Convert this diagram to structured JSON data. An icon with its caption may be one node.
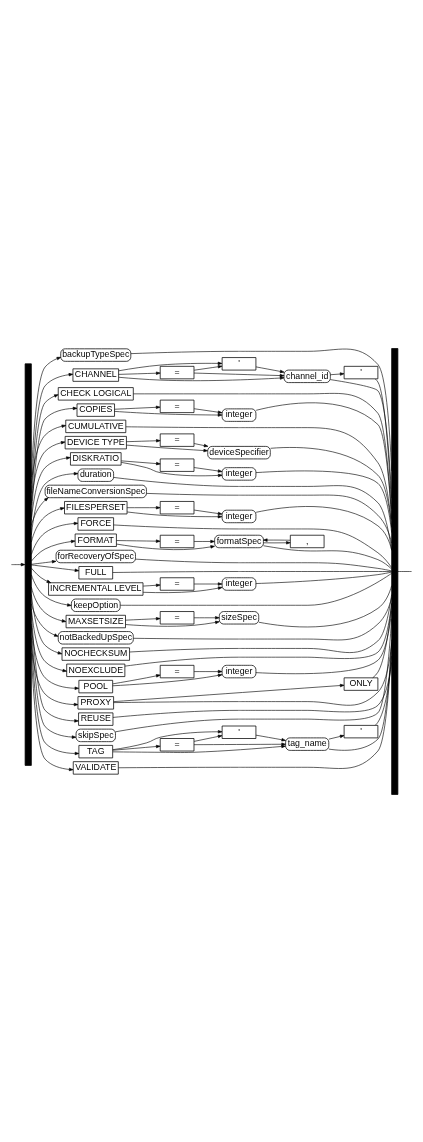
{
  "diagram": {
    "nodes": [
      {
        "text": [
          "backupTypeSpec"
        ]
      },
      {
        "text": [
          "CHANNEL"
        ]
      },
      {
        "text": [
          "="
        ]
      },
      {
        "text": [
          "'"
        ]
      },
      {
        "text": [
          "channel_id"
        ]
      },
      {
        "text": [
          "'"
        ]
      },
      {
        "text": [
          "CHECK LOGICAL"
        ]
      },
      {
        "text": [
          "COPIES"
        ]
      },
      {
        "text": [
          "="
        ]
      },
      {
        "text": [
          "integer"
        ]
      },
      {
        "text": [
          "CUMULATIVE"
        ]
      },
      {
        "text": [
          "DEVICE TYPE"
        ]
      },
      {
        "text": [
          "="
        ]
      },
      {
        "text": [
          "deviceSpecifier"
        ]
      },
      {
        "text": [
          "DISKRATIO"
        ]
      },
      {
        "text": [
          "="
        ]
      },
      {
        "text": [
          "integer"
        ]
      },
      {
        "text": [
          "duration"
        ]
      },
      {
        "text": [
          "fileNameConversionSpec"
        ]
      },
      {
        "text": [
          "FILESPERSET"
        ]
      },
      {
        "text": [
          "="
        ]
      },
      {
        "text": [
          "integer"
        ]
      },
      {
        "text": [
          "FORCE"
        ]
      },
      {
        "text": [
          "FORMAT"
        ]
      },
      {
        "text": [
          "="
        ]
      },
      {
        "text": [
          ","
        ]
      },
      {
        "text": [
          "formatSpec"
        ]
      },
      {
        "text": [
          "forRecoveryOfSpec"
        ]
      },
      {
        "text": [
          "FULL"
        ]
      },
      {
        "text": [
          "INCREMENTAL LEVEL"
        ]
      },
      {
        "text": [
          "="
        ]
      },
      {
        "text": [
          "integer"
        ]
      },
      {
        "text": [
          "keepOption"
        ]
      },
      {
        "text": [
          "MAXSETSIZE"
        ]
      },
      {
        "text": [
          "="
        ]
      },
      {
        "text": [
          "sizeSpec"
        ]
      },
      {
        "text": [
          "notBackedUpSpec"
        ]
      },
      {
        "text": [
          "NOCHECKSUM"
        ]
      },
      {
        "text": [
          "NOEXCLUDE"
        ]
      },
      {
        "text": [
          "POOL"
        ]
      },
      {
        "text": [
          "="
        ]
      },
      {
        "text": [
          "integer"
        ]
      },
      {
        "text": [
          "PROXY"
        ]
      },
      {
        "text": [
          "ONLY"
        ]
      },
      {
        "text": [
          "REUSE"
        ]
      },
      {
        "text": [
          "skipSpec"
        ]
      },
      {
        "text": [
          "TAG"
        ]
      },
      {
        "text": [
          "="
        ]
      },
      {
        "text": [
          "'"
        ]
      },
      {
        "text": [
          "tag_name"
        ]
      },
      {
        "text": [
          "'"
        ]
      },
      {
        "text": [
          "VALIDATE"
        ]
      },
      {
        "text": [],
        "shape": "bar"
      },
      {
        "text": [],
        "shape": "bar"
      }
    ],
    "edges": [
      {
        "from": null,
        "to": 52,
        "arrow": "to"
      },
      {
        "from": 52,
        "to": 0,
        "arrow": "to"
      },
      {
        "from": 52,
        "to": 1,
        "arrow": "to"
      },
      {
        "from": 52,
        "to": 6,
        "arrow": "to"
      },
      {
        "from": 52,
        "to": 7,
        "arrow": "to"
      },
      {
        "from": 52,
        "to": 10,
        "arrow": "to"
      },
      {
        "from": 52,
        "to": 11,
        "arrow": "to"
      },
      {
        "from": 52,
        "to": 14,
        "arrow": "to"
      },
      {
        "from": 52,
        "to": 17,
        "arrow": "to"
      },
      {
        "from": 52,
        "to": 18,
        "arrow": "to"
      },
      {
        "from": 52,
        "to": 19,
        "arrow": "to"
      },
      {
        "from": 52,
        "to": 22,
        "arrow": "to"
      },
      {
        "from": 52,
        "to": 23,
        "arrow": "to"
      },
      {
        "from": 52,
        "to": 27,
        "arrow": "to"
      },
      {
        "from": 52,
        "to": 28,
        "arrow": "to"
      },
      {
        "from": 52,
        "to": 29,
        "arrow": "to"
      },
      {
        "from": 52,
        "to": 32,
        "arrow": "to"
      },
      {
        "from": 52,
        "to": 33,
        "arrow": "to"
      },
      {
        "from": 52,
        "to": 36,
        "arrow": "to"
      },
      {
        "from": 52,
        "to": 37,
        "arrow": "to"
      },
      {
        "from": 52,
        "to": 38,
        "arrow": "to"
      },
      {
        "from": 52,
        "to": 39,
        "arrow": "to"
      },
      {
        "from": 52,
        "to": 42,
        "arrow": "to"
      },
      {
        "from": 52,
        "to": 44,
        "arrow": "to"
      },
      {
        "from": 52,
        "to": 45,
        "arrow": "to"
      },
      {
        "from": 52,
        "to": 46,
        "arrow": "to"
      },
      {
        "from": 52,
        "to": 51,
        "arrow": "to"
      },
      {
        "from": 0,
        "to": 53,
        "arrow": "none"
      },
      {
        "from": 1,
        "to": 2,
        "arrow": "to"
      },
      {
        "from": 1,
        "to": 3,
        "arrow": "to"
      },
      {
        "from": 1,
        "to": 4,
        "arrow": "to"
      },
      {
        "from": 2,
        "to": 3,
        "arrow": "to"
      },
      {
        "from": 2,
        "to": 4,
        "arrow": "to"
      },
      {
        "from": 3,
        "to": 4,
        "arrow": "to"
      },
      {
        "from": 4,
        "to": 5,
        "arrow": "to"
      },
      {
        "from": 4,
        "to": 53,
        "arrow": "none"
      },
      {
        "from": 5,
        "to": 53,
        "arrow": "none"
      },
      {
        "from": 6,
        "to": 53,
        "arrow": "none"
      },
      {
        "from": 7,
        "to": 8,
        "arrow": "to"
      },
      {
        "from": 7,
        "to": 9,
        "arrow": "to"
      },
      {
        "from": 8,
        "to": 9,
        "arrow": "to"
      },
      {
        "from": 9,
        "to": 53,
        "arrow": "none"
      },
      {
        "from": 10,
        "to": 53,
        "arrow": "none"
      },
      {
        "from": 11,
        "to": 12,
        "arrow": "to"
      },
      {
        "from": 11,
        "to": 13,
        "arrow": "to"
      },
      {
        "from": 12,
        "to": 13,
        "arrow": "to"
      },
      {
        "from": 13,
        "to": 53,
        "arrow": "none"
      },
      {
        "from": 14,
        "to": 15,
        "arrow": "to"
      },
      {
        "from": 14,
        "to": 16,
        "arrow": "to"
      },
      {
        "from": 15,
        "to": 16,
        "arrow": "to"
      },
      {
        "from": 16,
        "to": 53,
        "arrow": "none"
      },
      {
        "from": 17,
        "to": 53,
        "arrow": "none"
      },
      {
        "from": 18,
        "to": 53,
        "arrow": "none"
      },
      {
        "from": 19,
        "to": 20,
        "arrow": "to"
      },
      {
        "from": 19,
        "to": 21,
        "arrow": "to"
      },
      {
        "from": 20,
        "to": 21,
        "arrow": "to"
      },
      {
        "from": 21,
        "to": 53,
        "arrow": "none"
      },
      {
        "from": 22,
        "to": 53,
        "arrow": "none"
      },
      {
        "from": 23,
        "to": 24,
        "arrow": "to"
      },
      {
        "from": 23,
        "to": 26,
        "arrow": "to"
      },
      {
        "from": 24,
        "to": 26,
        "arrow": "to"
      },
      {
        "from": 26,
        "to": 25,
        "arrow": "to"
      },
      {
        "from": 25,
        "to": 26,
        "arrow": "to"
      },
      {
        "from": 26,
        "to": 53,
        "arrow": "none"
      },
      {
        "from": 27,
        "to": 53,
        "arrow": "none"
      },
      {
        "from": 28,
        "to": 53,
        "arrow": "none"
      },
      {
        "from": 29,
        "to": 30,
        "arrow": "to"
      },
      {
        "from": 29,
        "to": 31,
        "arrow": "to"
      },
      {
        "from": 30,
        "to": 31,
        "arrow": "to"
      },
      {
        "from": 31,
        "to": 53,
        "arrow": "none"
      },
      {
        "from": 32,
        "to": 53,
        "arrow": "none"
      },
      {
        "from": 33,
        "to": 34,
        "arrow": "to"
      },
      {
        "from": 33,
        "to": 35,
        "arrow": "to"
      },
      {
        "from": 34,
        "to": 35,
        "arrow": "to"
      },
      {
        "from": 35,
        "to": 53,
        "arrow": "none"
      },
      {
        "from": 36,
        "to": 53,
        "arrow": "none"
      },
      {
        "from": 37,
        "to": 53,
        "arrow": "none"
      },
      {
        "from": 38,
        "to": 53,
        "arrow": "none"
      },
      {
        "from": 39,
        "to": 40,
        "arrow": "to"
      },
      {
        "from": 39,
        "to": 41,
        "arrow": "to"
      },
      {
        "from": 40,
        "to": 41,
        "arrow": "to"
      },
      {
        "from": 41,
        "to": 53,
        "arrow": "none"
      },
      {
        "from": 42,
        "to": 43,
        "arrow": "to"
      },
      {
        "from": 42,
        "to": 53,
        "arrow": "none"
      },
      {
        "from": 43,
        "to": 53,
        "arrow": "none"
      },
      {
        "from": 44,
        "to": 53,
        "arrow": "none"
      },
      {
        "from": 45,
        "to": 53,
        "arrow": "none"
      },
      {
        "from": 46,
        "to": 47,
        "arrow": "to"
      },
      {
        "from": 46,
        "to": 48,
        "arrow": "to"
      },
      {
        "from": 46,
        "to": 49,
        "arrow": "to"
      },
      {
        "from": 47,
        "to": 48,
        "arrow": "to"
      },
      {
        "from": 47,
        "to": 49,
        "arrow": "to"
      },
      {
        "from": 48,
        "to": 49,
        "arrow": "to"
      },
      {
        "from": 49,
        "to": 50,
        "arrow": "to"
      },
      {
        "from": 49,
        "to": 53,
        "arrow": "none"
      },
      {
        "from": 50,
        "to": 53,
        "arrow": "none"
      },
      {
        "from": 51,
        "to": 53,
        "arrow": "none"
      },
      {
        "from": 53,
        "to": null,
        "arrow": "none"
      }
    ]
  }
}
